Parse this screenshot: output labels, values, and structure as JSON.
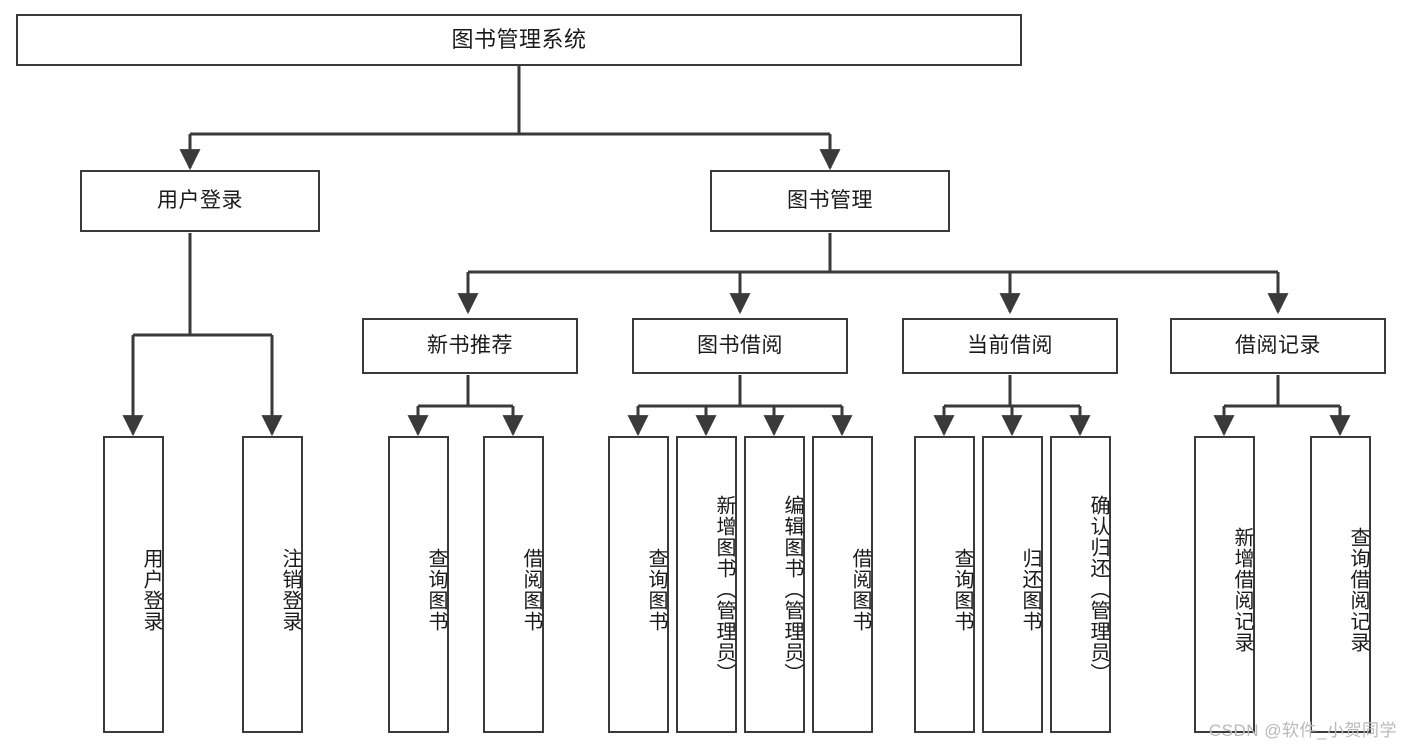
{
  "diagram": {
    "title": "图书管理系统",
    "watermark": "CSDN @软件_小贺同学",
    "stroke_color": "#3a3a3a",
    "background_color": "#ffffff",
    "text_color": "#1a1a1a",
    "levels": {
      "root": {
        "label": "图书管理系统"
      },
      "level1": [
        {
          "label": "用户登录"
        },
        {
          "label": "图书管理"
        }
      ],
      "level2": [
        {
          "label": "新书推荐"
        },
        {
          "label": "图书借阅"
        },
        {
          "label": "当前借阅"
        },
        {
          "label": "借阅记录"
        }
      ],
      "leaves": [
        {
          "label": "用户登录",
          "parent": "用户登录"
        },
        {
          "label": "注销登录",
          "parent": "用户登录"
        },
        {
          "label": "查询图书",
          "parent": "新书推荐"
        },
        {
          "label": "借阅图书",
          "parent": "新书推荐"
        },
        {
          "label": "查询图书",
          "parent": "图书借阅"
        },
        {
          "label": "新增图书（管理员）",
          "parent": "图书借阅"
        },
        {
          "label": "编辑图书（管理员）",
          "parent": "图书借阅"
        },
        {
          "label": "借阅图书",
          "parent": "图书借阅"
        },
        {
          "label": "查询图书",
          "parent": "当前借阅"
        },
        {
          "label": "归还图书",
          "parent": "当前借阅"
        },
        {
          "label": "确认归还（管理员）",
          "parent": "当前借阅"
        },
        {
          "label": "新增借阅记录",
          "parent": "借阅记录"
        },
        {
          "label": "查询借阅记录",
          "parent": "借阅记录"
        }
      ]
    }
  }
}
